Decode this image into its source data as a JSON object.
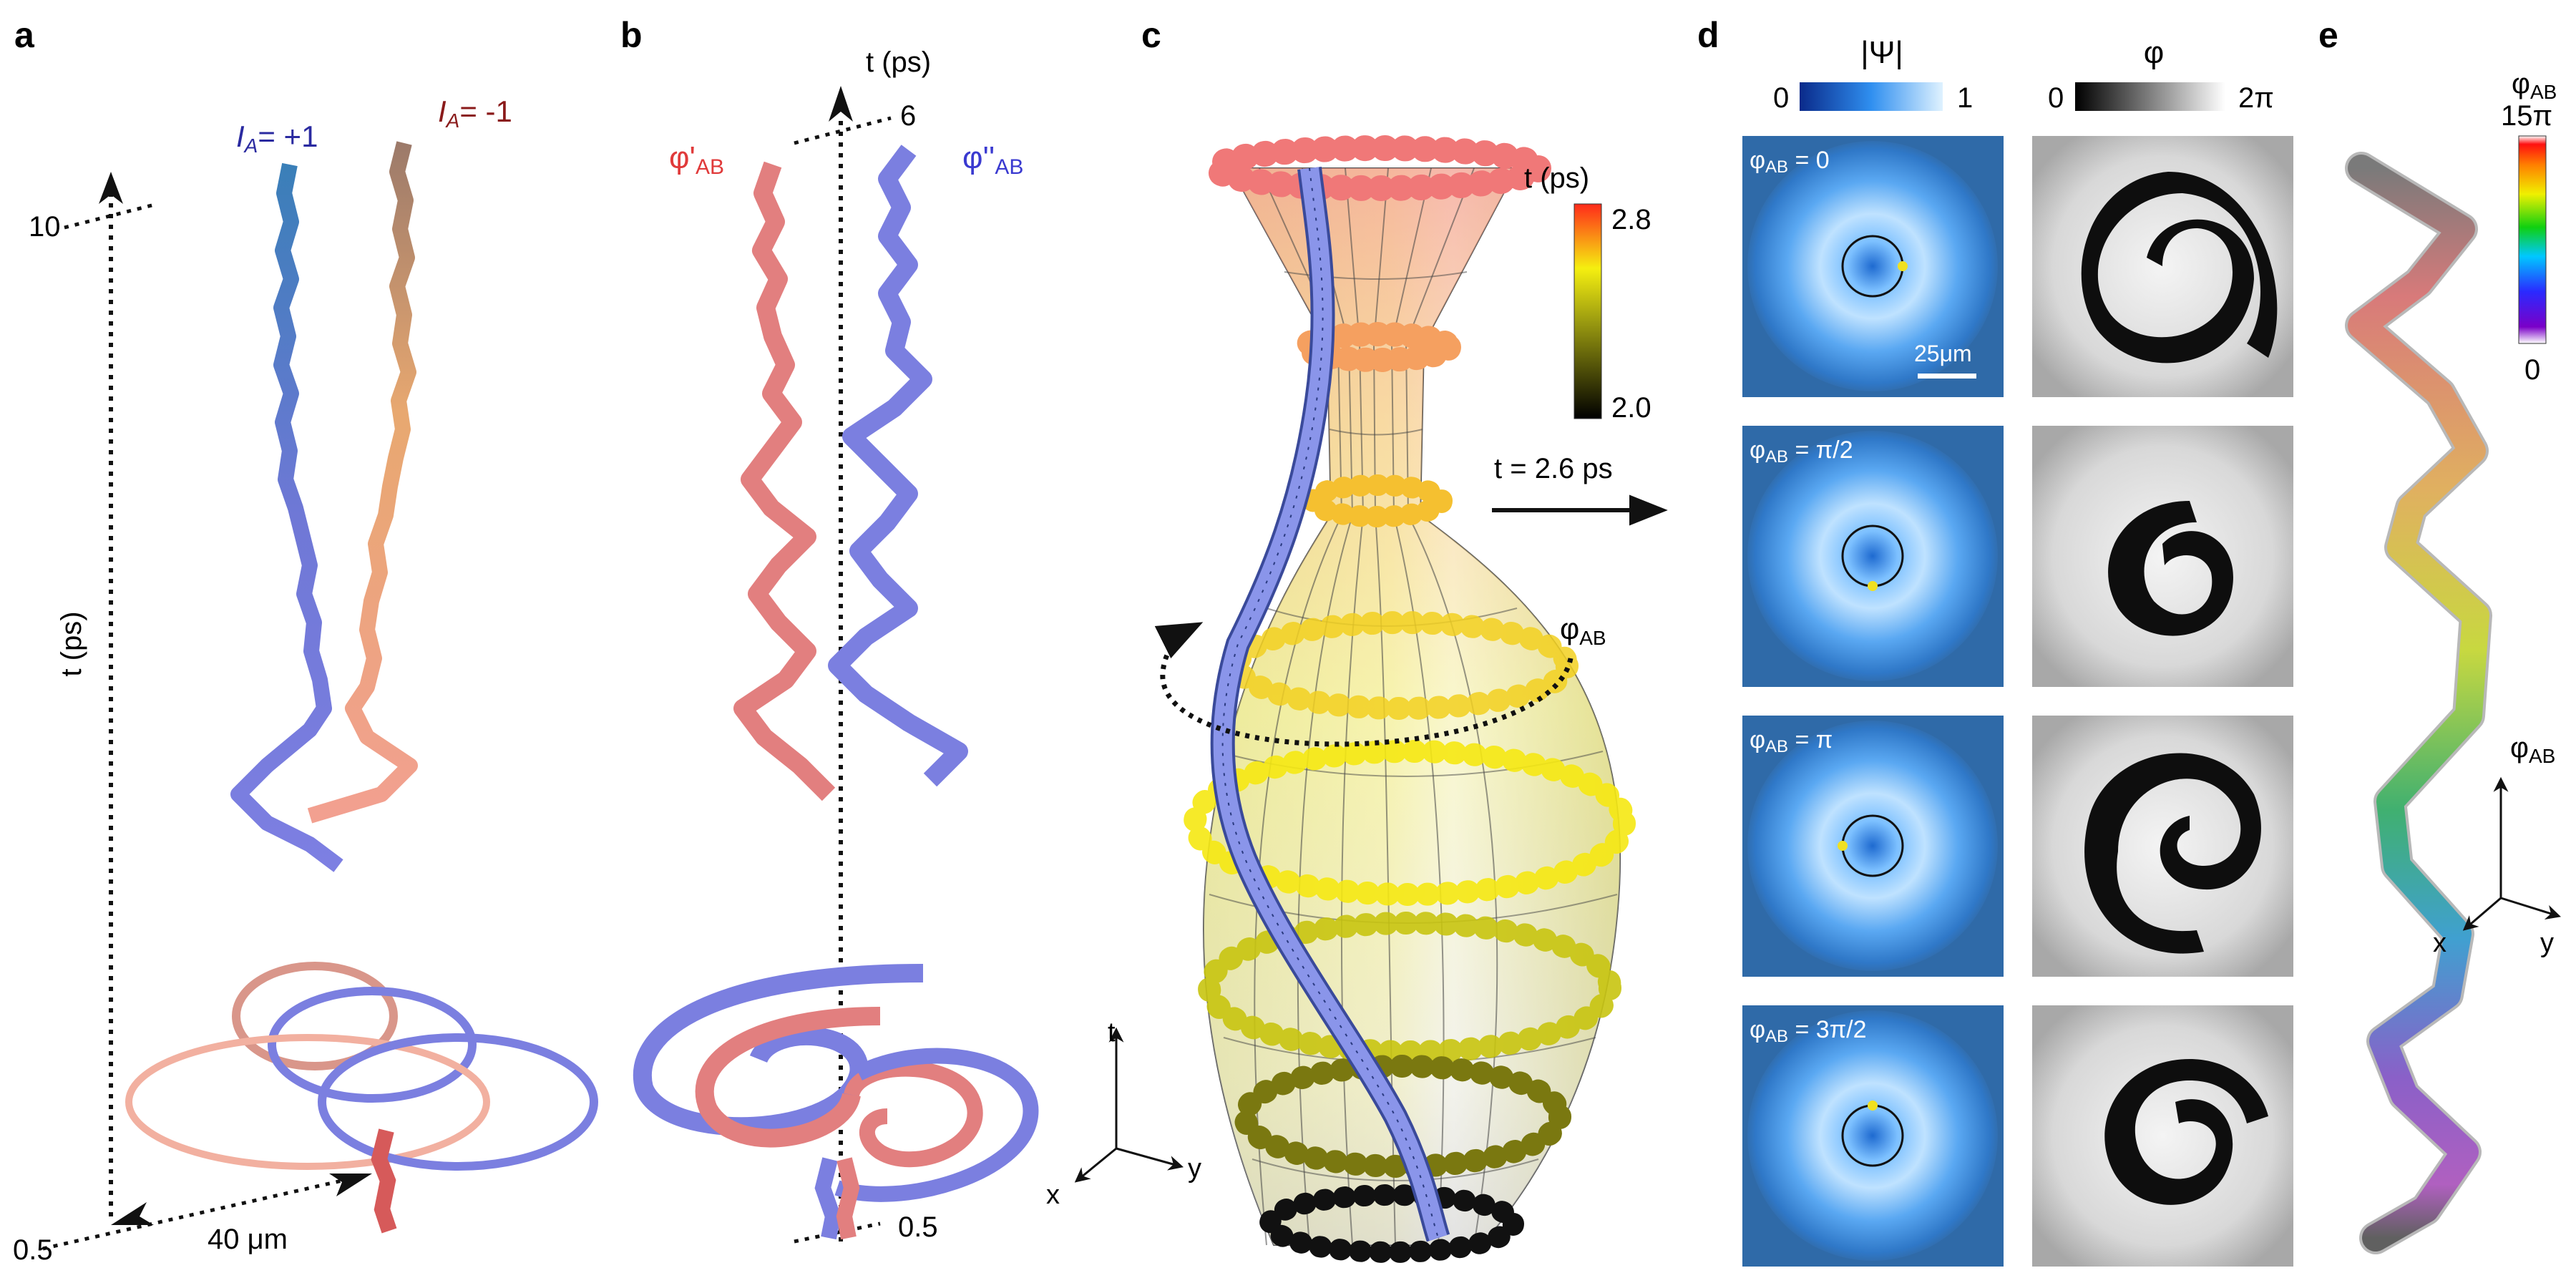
{
  "panels": {
    "a": {
      "letter": "a",
      "label_plus_prefix": "I",
      "label_plus_sub": "A",
      "label_plus_value": "= +1",
      "label_minus_prefix": "I",
      "label_minus_sub": "A",
      "label_minus_value": "= -1",
      "axis_label": "t (ps)",
      "tick_top": "10",
      "tick_bottom": "0.5",
      "scale_label": "40 μm"
    },
    "b": {
      "letter": "b",
      "axis_label": "t (ps)",
      "tick_top": "6",
      "tick_bottom": "0.5",
      "label_red_main": "φ'",
      "label_red_sub": "AB",
      "label_blue_main": "φ''",
      "label_blue_sub": "AB"
    },
    "c": {
      "letter": "c",
      "colorbar_title": "t (ps)",
      "colorbar_max": "2.8",
      "colorbar_min": "2.0",
      "arrow_label": "t = 2.6 ps",
      "phi_main": "φ",
      "phi_sub": "AB",
      "axis_t": "t",
      "axis_x": "x",
      "axis_y": "y"
    },
    "d": {
      "letter": "d",
      "col1_title": "|Ψ|",
      "col1_min": "0",
      "col1_max": "1",
      "col2_title": "φ",
      "col2_min": "0",
      "col2_max": "2π",
      "scale_bar": "25μm",
      "rows": [
        {
          "label_main": "φ",
          "label_sub": "AB",
          "label_value": " = 0"
        },
        {
          "label_main": "φ",
          "label_sub": "AB",
          "label_value": " = π/2"
        },
        {
          "label_main": "φ",
          "label_sub": "AB",
          "label_value": " = π"
        },
        {
          "label_main": "φ",
          "label_sub": "AB",
          "label_value": " = 3π/2"
        }
      ]
    },
    "e": {
      "letter": "e",
      "colorbar_main": "φ",
      "colorbar_sub": "AB",
      "colorbar_max": "15π",
      "colorbar_min": "0",
      "axis_main": "φ",
      "axis_sub": "AB",
      "axis_x": "x",
      "axis_y": "y"
    }
  },
  "colors": {
    "blue_vortex": "#7b7fe0",
    "red_vortex": "#e27f7f",
    "salmon": "#f4a48c",
    "ring_top": "#f07878",
    "ring_mid": "#f2d020",
    "ring_low": "#6a6a10",
    "psi_blue": "#3d8fe6"
  }
}
